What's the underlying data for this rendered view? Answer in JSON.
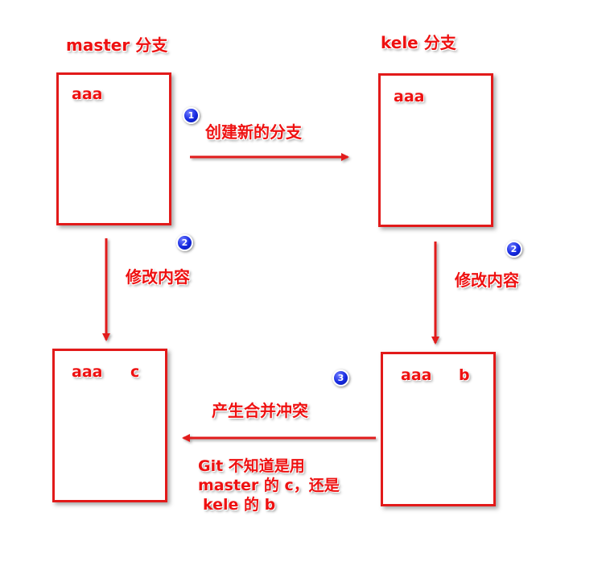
{
  "titles": {
    "master_branch": "master 分支",
    "kele_branch": "kele 分支"
  },
  "boxes": {
    "master_top": {
      "line1": "aaa",
      "extra": ""
    },
    "kele_top": {
      "line1": "aaa",
      "extra": ""
    },
    "master_bottom": {
      "line1": "aaa",
      "extra": "c"
    },
    "kele_bottom": {
      "line1": "aaa",
      "extra": "b"
    }
  },
  "steps": {
    "step1": "1",
    "step2_left": "2",
    "step2_right": "2",
    "step3": "3"
  },
  "labels": {
    "create_branch": "创建新的分支",
    "modify_left": "修改内容",
    "modify_right": "修改内容",
    "conflict": "产生合并冲突"
  },
  "note": {
    "line1": "Git 不知道是用",
    "line2": "master 的 c，还是",
    "line3": "kele 的 b"
  },
  "colors": {
    "accent": "#e21a1a",
    "step_circle": "#1428e0"
  }
}
